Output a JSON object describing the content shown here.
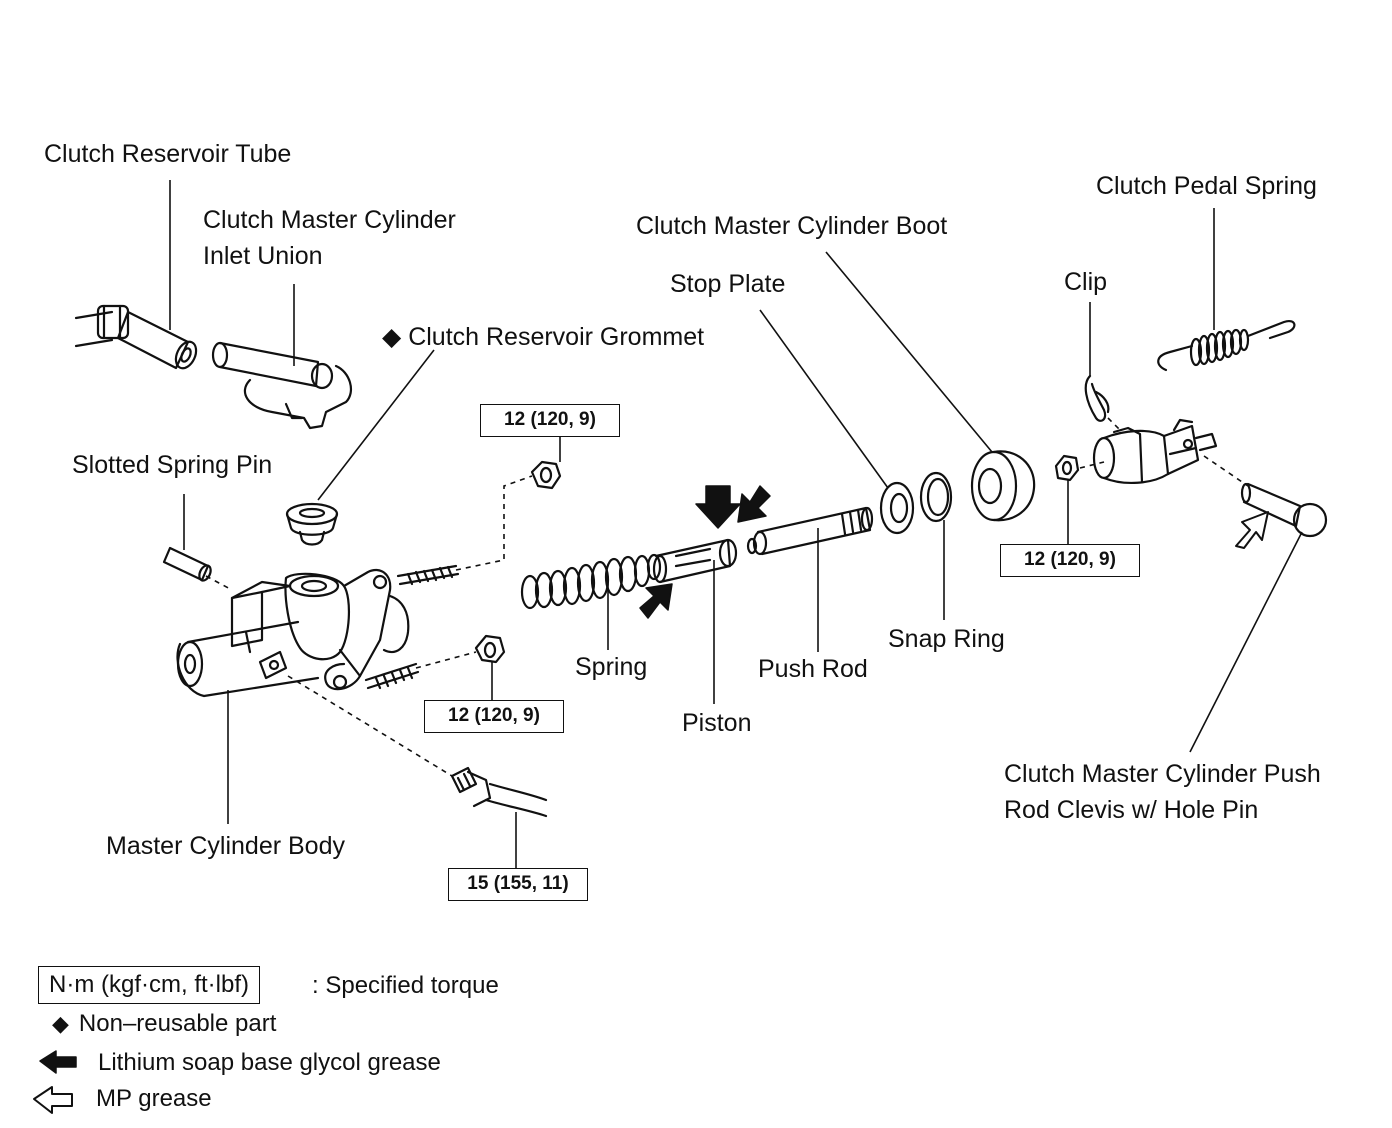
{
  "labels": {
    "reservoir_tube": "Clutch Reservoir Tube",
    "inlet_union_line1": "Clutch Master Cylinder",
    "inlet_union_line2": "Inlet Union",
    "grommet_mark": "◆",
    "grommet": "Clutch Reservoir Grommet",
    "slotted_pin": "Slotted Spring Pin",
    "body": "Master Cylinder Body",
    "spring": "Spring",
    "piston": "Piston",
    "push_rod": "Push Rod",
    "stop_plate": "Stop Plate",
    "snap_ring": "Snap Ring",
    "boot": "Clutch Master Cylinder Boot",
    "clip": "Clip",
    "pedal_spring": "Clutch Pedal Spring",
    "clevis_line1": "Clutch Master Cylinder Push",
    "clevis_line2": "Rod Clevis w/ Hole Pin"
  },
  "torques": {
    "upper_nut": "12 (120, 9)",
    "lower_nut": "12 (120, 9)",
    "line_fitting": "15 (155, 11)",
    "clevis_nut": "12 (120, 9)"
  },
  "legend": {
    "torque_units": "N·m (kgf·cm, ft·lbf)",
    "torque_desc": ": Specified torque",
    "nonreusable_mark": "◆",
    "nonreusable": "Non–reusable part",
    "lithium": "Lithium soap base glycol grease",
    "mp": "MP grease"
  }
}
